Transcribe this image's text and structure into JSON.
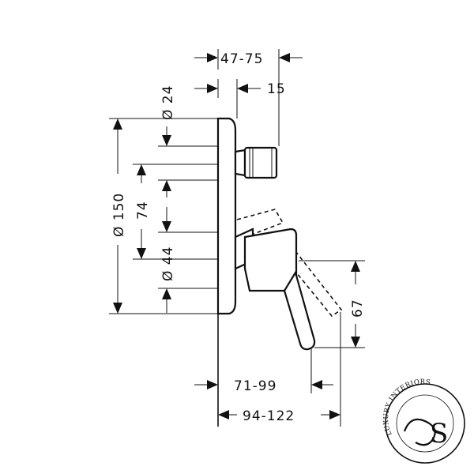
{
  "dimensions": {
    "depth_range": "47-75",
    "offset": "15",
    "diameter_24": "Ø 24",
    "diameter_150": "Ø 150",
    "spacing_74": "74",
    "diameter_44": "Ø 44",
    "height_67": "67",
    "projection_71_99": "71-99",
    "projection_94_122": "94-122"
  },
  "logo": {
    "text": "LUXURY INTERIORS",
    "monogram": "S"
  }
}
